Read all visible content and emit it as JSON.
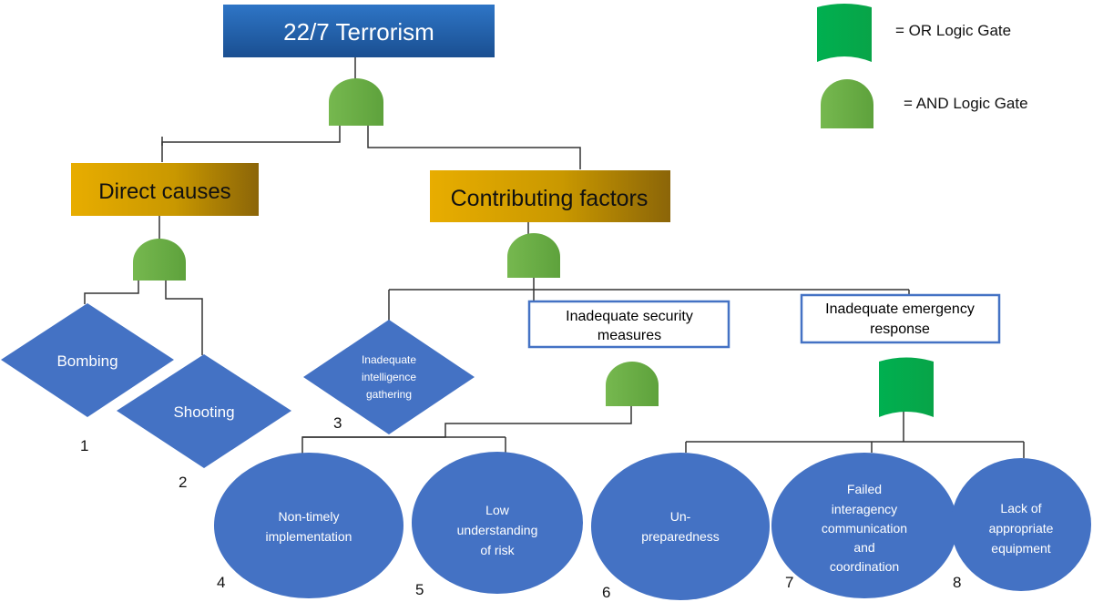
{
  "top_event": "22/7 Terrorism",
  "legend": {
    "or_gate": "= OR Logic Gate",
    "and_gate": "= AND Logic Gate"
  },
  "nodes": {
    "direct_causes": "Direct causes",
    "contributing_factors": "Contributing factors",
    "security_measures": [
      "Inadequate security",
      "measures"
    ],
    "emergency_response": [
      "Inadequate emergency",
      "response"
    ]
  },
  "basic_events": [
    {
      "lines": [
        "Bombing"
      ],
      "num": "1"
    },
    {
      "lines": [
        "Shooting"
      ],
      "num": "2"
    },
    {
      "lines": [
        "Inadequate",
        "intelligence",
        "gathering"
      ],
      "num": "3"
    },
    {
      "lines": [
        "Non-timely",
        "implementation"
      ],
      "num": "4"
    },
    {
      "lines": [
        "Low",
        "understanding",
        "of risk"
      ],
      "num": "5"
    },
    {
      "lines": [
        "Un-",
        "preparedness"
      ],
      "num": "6"
    },
    {
      "lines": [
        "Failed",
        "interagency",
        "communication",
        "and",
        "coordination"
      ],
      "num": "7"
    },
    {
      "lines": [
        "Lack of",
        "appropriate",
        "equipment"
      ],
      "num": "8"
    }
  ],
  "colors": {
    "top_event": "#1e5fa8",
    "intermediate": "#d9a400",
    "event_blue": "#4472c4",
    "and_gate": "#70ad47",
    "or_gate": "#00b050",
    "box_border": "#4472c4"
  }
}
